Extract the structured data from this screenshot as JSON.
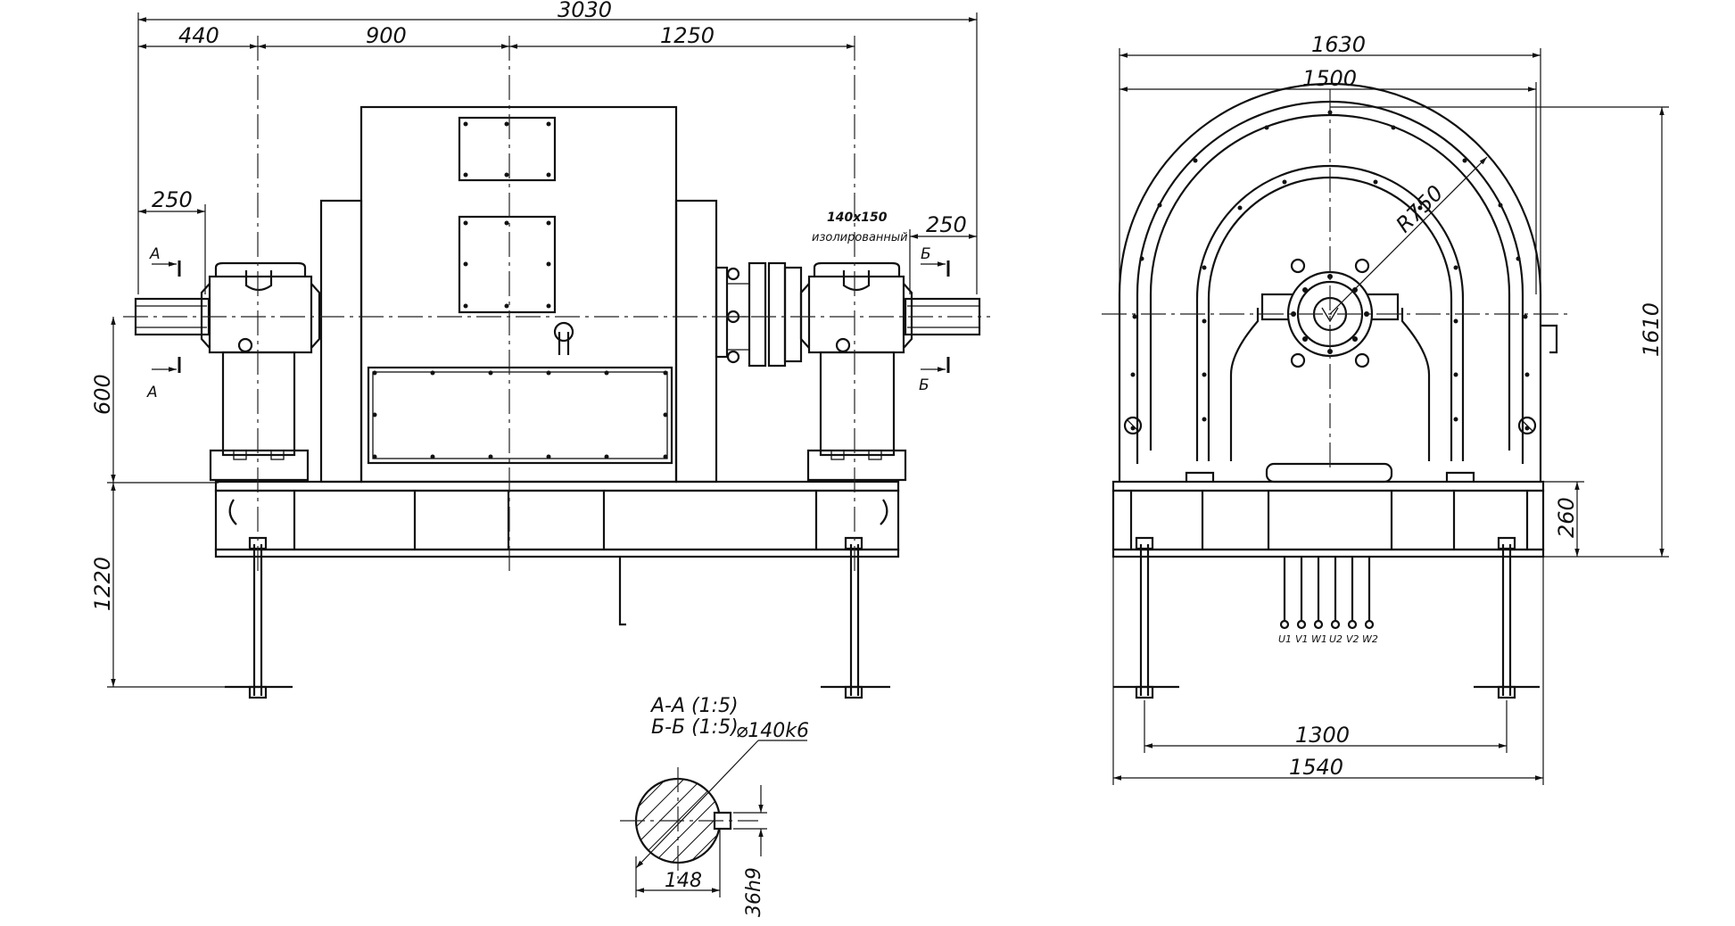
{
  "front_view": {
    "dims": {
      "overall_length": "3030",
      "left_shaft_to_bearing": "440",
      "bearing_to_center": "900",
      "center_to_right_bearing": "1250",
      "left_shaft_ext": "250",
      "right_shaft_ext": "250",
      "shaft_height": "600",
      "foundation_height": "1220"
    },
    "note_line1": "140х150",
    "note_line2": "изолированный",
    "section_marks": {
      "a_top": "А",
      "a_bottom": "А",
      "b_top": "Б",
      "b_bottom": "Б"
    }
  },
  "side_view": {
    "dims": {
      "overall_width": "1630",
      "housing_width": "1500",
      "radius": "R750",
      "overall_height": "1610",
      "frame_height": "260",
      "bolt_spacing": "1300",
      "base_width": "1540"
    },
    "terminal_labels": [
      "U1",
      "V1",
      "W1",
      "U2",
      "V2",
      "W2"
    ]
  },
  "section_view": {
    "title_line1": "А-А (1:5)",
    "title_line2": "Б-Б (1:5)",
    "shaft_diameter": "⌀140k6",
    "key_depth": "148",
    "key_width": "36h9"
  }
}
